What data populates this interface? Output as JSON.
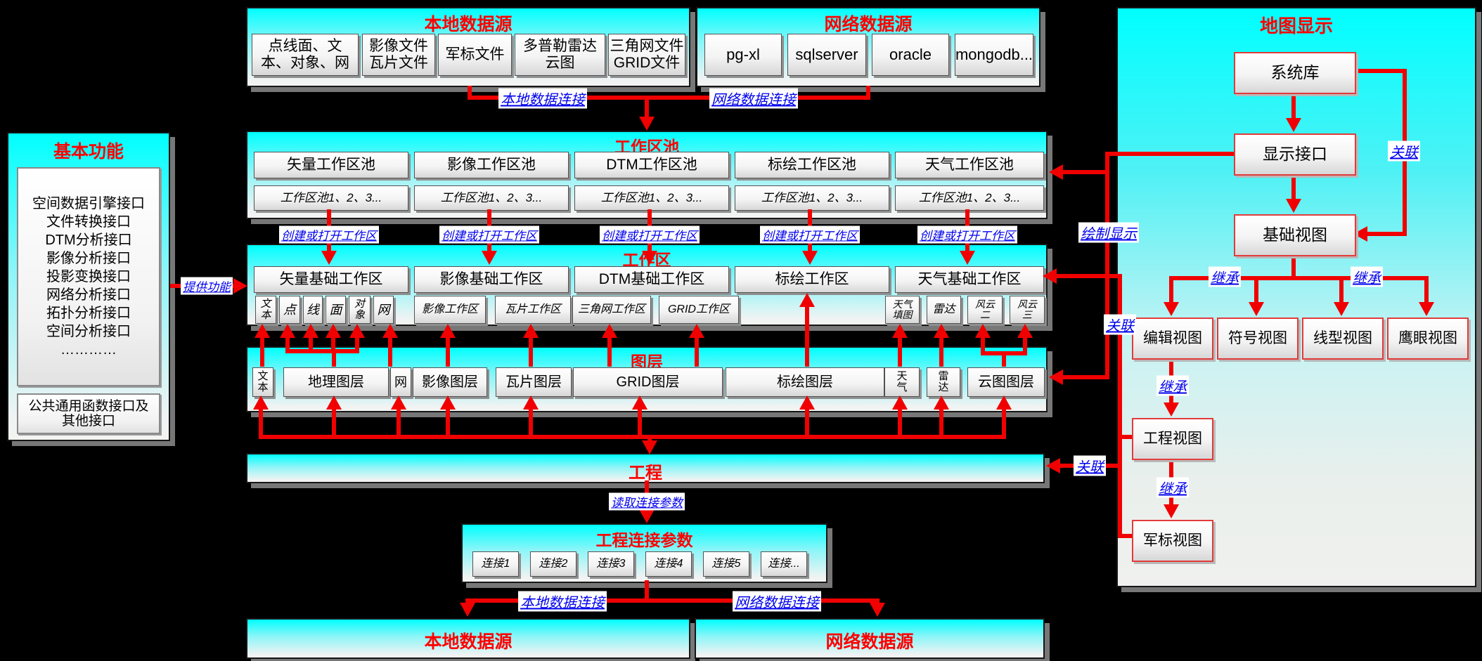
{
  "colors": {
    "accent_red": "#ff0000",
    "label_blue": "#0000ee",
    "panel_cyan": "#00ffff",
    "line_red": "#f00000"
  },
  "edge_labels": {
    "local_conn": "本地数据连接",
    "net_conn": "网络数据连接",
    "create_open": "创建或打开工作区",
    "provide": "提供功能",
    "draw_display": "绘制显示",
    "assoc": "关联",
    "inherit": "继承",
    "read_params": "读取连接参数"
  },
  "local_source": {
    "title": "本地数据源",
    "items": [
      "点线面、文\n本、对象、网",
      "影像文件\n瓦片文件",
      "军标文件",
      "多普勒雷达\n云图",
      "三角网文件\nGRID文件"
    ]
  },
  "net_source": {
    "title": "网络数据源",
    "items": [
      "pg-xl",
      "sqlserver",
      "oracle",
      "mongodb..."
    ]
  },
  "basic_fn": {
    "title": "基本功能",
    "interfaces": [
      "空间数据引擎接口",
      "文件转换接口",
      "DTM分析接口",
      "影像分析接口",
      "投影变换接口",
      "网络分析接口",
      "拓扑分析接口",
      "空间分析接口",
      "…………"
    ],
    "common": "公共通用函数接口及\n其他接口"
  },
  "pools": {
    "title": "工作区池",
    "pool_list_label": "工作区池1、2、3...",
    "columns": [
      {
        "name": "矢量工作区池"
      },
      {
        "name": "影像工作区池"
      },
      {
        "name": "DTM工作区池"
      },
      {
        "name": "标绘工作区池"
      },
      {
        "name": "天气工作区池"
      }
    ]
  },
  "workspaces": {
    "title": "工作区",
    "groups": [
      {
        "name": "矢量基础工作区",
        "subs": [
          "文\n本",
          "点",
          "线",
          "面",
          "对\n象",
          "网"
        ]
      },
      {
        "name": "影像基础工作区",
        "subs": [
          "影像工作区",
          "瓦片工作区"
        ]
      },
      {
        "name": "DTM基础工作区",
        "subs": [
          "三角网工作区",
          "GRID工作区"
        ]
      },
      {
        "name": "标绘工作区",
        "subs": []
      },
      {
        "name": "天气基础工作区",
        "subs": [
          "天气\n填图",
          "雷达",
          "风云\n二",
          "风云\n三"
        ]
      }
    ]
  },
  "layers": {
    "title": "图层",
    "items": [
      "文\n本",
      "地理图层",
      "网",
      "影像图层",
      "瓦片图层",
      "GRID图层",
      "标绘图层",
      "天\n气",
      "雷\n达",
      "云图图层"
    ]
  },
  "project": {
    "title": "工程"
  },
  "conn_params": {
    "title": "工程连接参数",
    "items": [
      "连接1",
      "连接2",
      "连接3",
      "连接4",
      "连接5",
      "连接..."
    ]
  },
  "bottom_local": {
    "title": "本地数据源"
  },
  "bottom_net": {
    "title": "网络数据源"
  },
  "map_display": {
    "title": "地图显示",
    "nodes": {
      "system_lib": "系统库",
      "display_if": "显示接口",
      "base_view": "基础视图",
      "edit_view": "编辑视图",
      "symbol_view": "符号视图",
      "line_view": "线型视图",
      "eagle_view": "鹰眼视图",
      "project_view": "工程视图",
      "mil_view": "军标视图"
    }
  }
}
